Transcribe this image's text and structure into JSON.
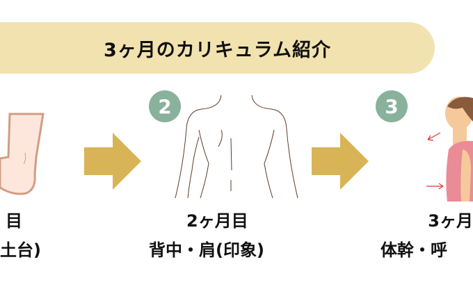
{
  "title": "3ヶ月のカリキュラム紹介",
  "steps": [
    {
      "month": "目",
      "focus": "土台)"
    },
    {
      "badge": "2",
      "month": "2ヶ月目",
      "focus": "背中・肩(印象)"
    },
    {
      "badge": "3",
      "month": "3ヶ月",
      "focus": "体幹・呼"
    }
  ],
  "colors": {
    "pill": "#f1e2b0",
    "arrow": "#d9b457",
    "badge": "#89b19b"
  }
}
